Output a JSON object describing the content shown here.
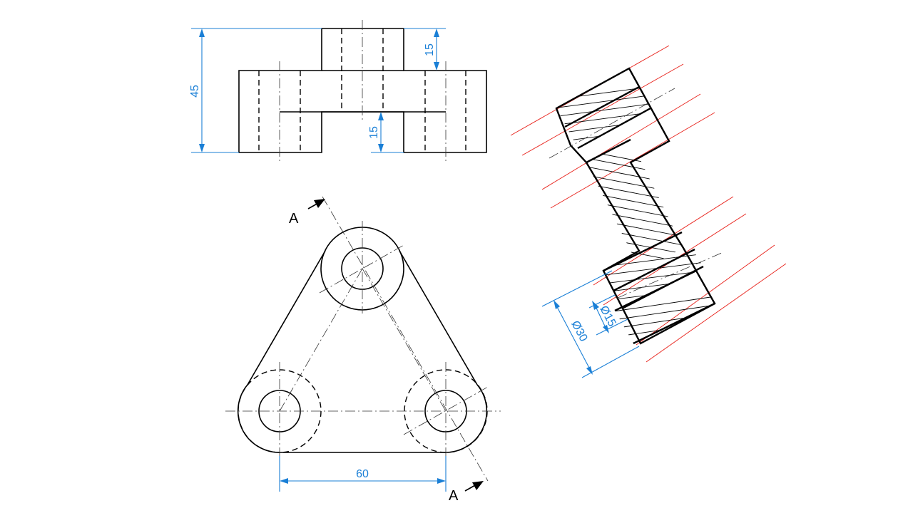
{
  "colors": {
    "object_line": "#000000",
    "dimension": "#1a7fd6",
    "projection_line": "#e8221b",
    "center_line": "#333333",
    "background": "#ffffff"
  },
  "dimensions": {
    "overall_height": "45",
    "boss_height": "15",
    "slot_height": "15",
    "hole_spacing": "60",
    "outer_diameter": "Ø30",
    "inner_diameter": "Ø15"
  },
  "section": {
    "cut_label_top": "A",
    "cut_label_bottom": "A"
  }
}
